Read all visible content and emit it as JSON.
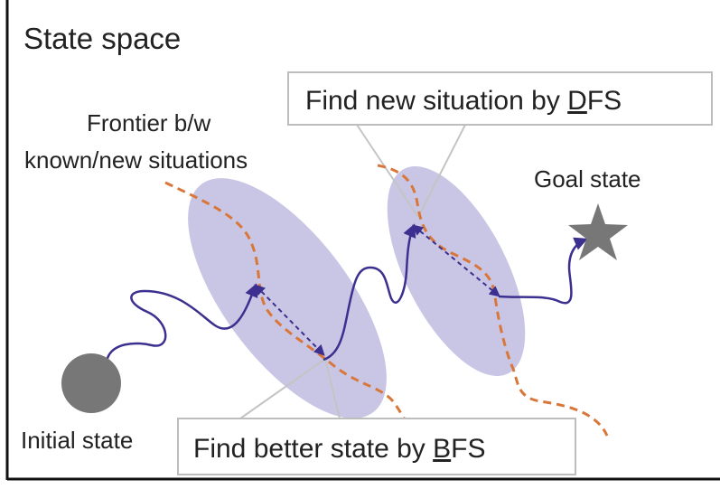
{
  "title": "State space",
  "labels": {
    "frontier_line1": "Frontier b/w",
    "frontier_line2": "known/new situations",
    "goal": "Goal state",
    "initial": "Initial state"
  },
  "callouts": {
    "dfs": {
      "prefix": "Find new situation by ",
      "underlined": "D",
      "suffix": "FS"
    },
    "bfs": {
      "prefix": "Find better state by ",
      "underlined": "B",
      "suffix": "FS"
    }
  },
  "colors": {
    "trajectory": "#3b2f8f",
    "frontier": "#d9773a",
    "region": "#9d97cf",
    "marker": "#777777",
    "callout_border": "#bdbdbd",
    "axes": "#111111"
  },
  "icons": {
    "goal": "star-icon",
    "initial": "circle-icon"
  }
}
